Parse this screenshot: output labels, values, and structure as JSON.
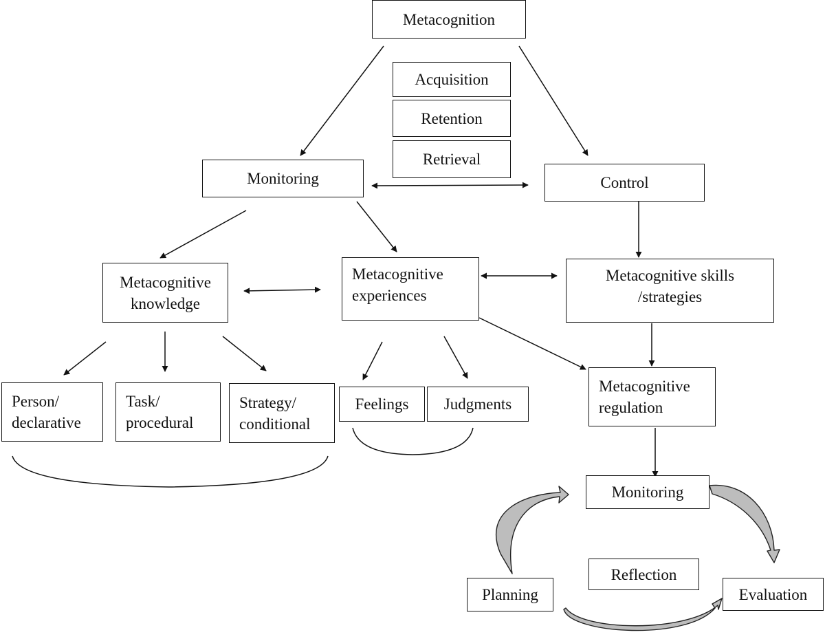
{
  "colors": {
    "line": "#111111",
    "curved_arrow_fill": "#bdbdbd",
    "background": "#ffffff"
  },
  "nodes": {
    "metacognition": "Metacognition",
    "acquisition": "Acquisition",
    "retention": "Retention",
    "retrieval": "Retrieval",
    "monitoring_top": "Monitoring",
    "control": "Control",
    "meta_knowledge": "Metacognitive\nknowledge",
    "meta_experiences": "Metacognitive\nexperiences",
    "meta_skills": "Metacognitive skills\n/strategies",
    "person": "Person/\ndeclarative",
    "task": "Task/\nprocedural",
    "strategy": "Strategy/\nconditional",
    "feelings": "Feelings",
    "judgments": "Judgments",
    "meta_regulation": "Metacognitive\nregulation",
    "monitoring_cycle": "Monitoring",
    "reflection": "Reflection",
    "planning": "Planning",
    "evaluation": "Evaluation"
  }
}
